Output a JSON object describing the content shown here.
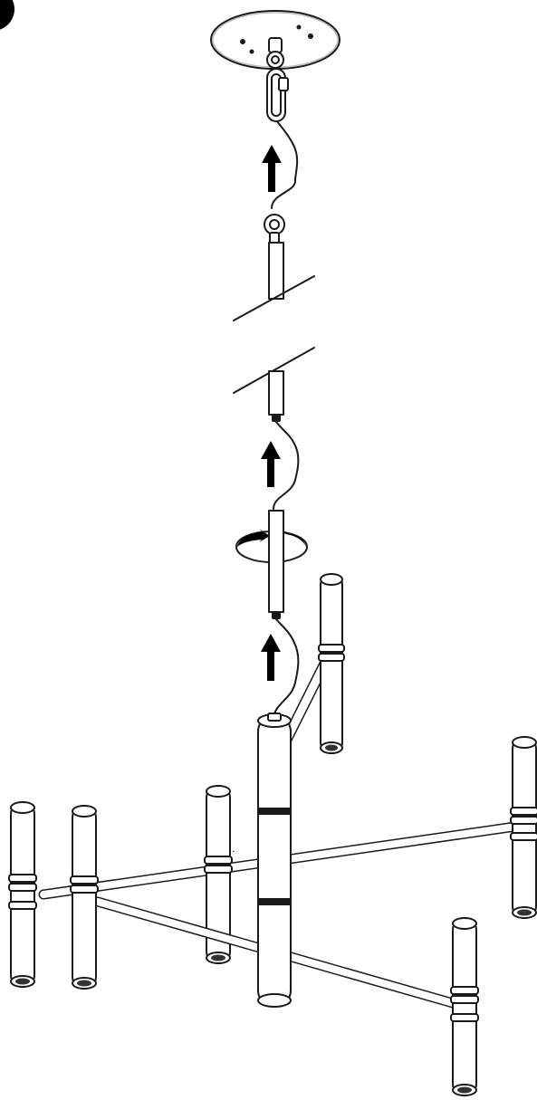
{
  "figure": {
    "step_marker": "",
    "description_labels": [],
    "components": {
      "canopy": "ceiling-canopy",
      "hook": "canopy-hook",
      "carabiner": "carabiner-clip",
      "cable": "suspension-cable",
      "stems": [
        "stem-upper",
        "stem-middle",
        "stem-lower"
      ],
      "fixture": "chandelier-body"
    },
    "colors": {
      "stroke": "#1a1a1a",
      "fill": "#ffffff",
      "arrow": "#000000"
    }
  }
}
